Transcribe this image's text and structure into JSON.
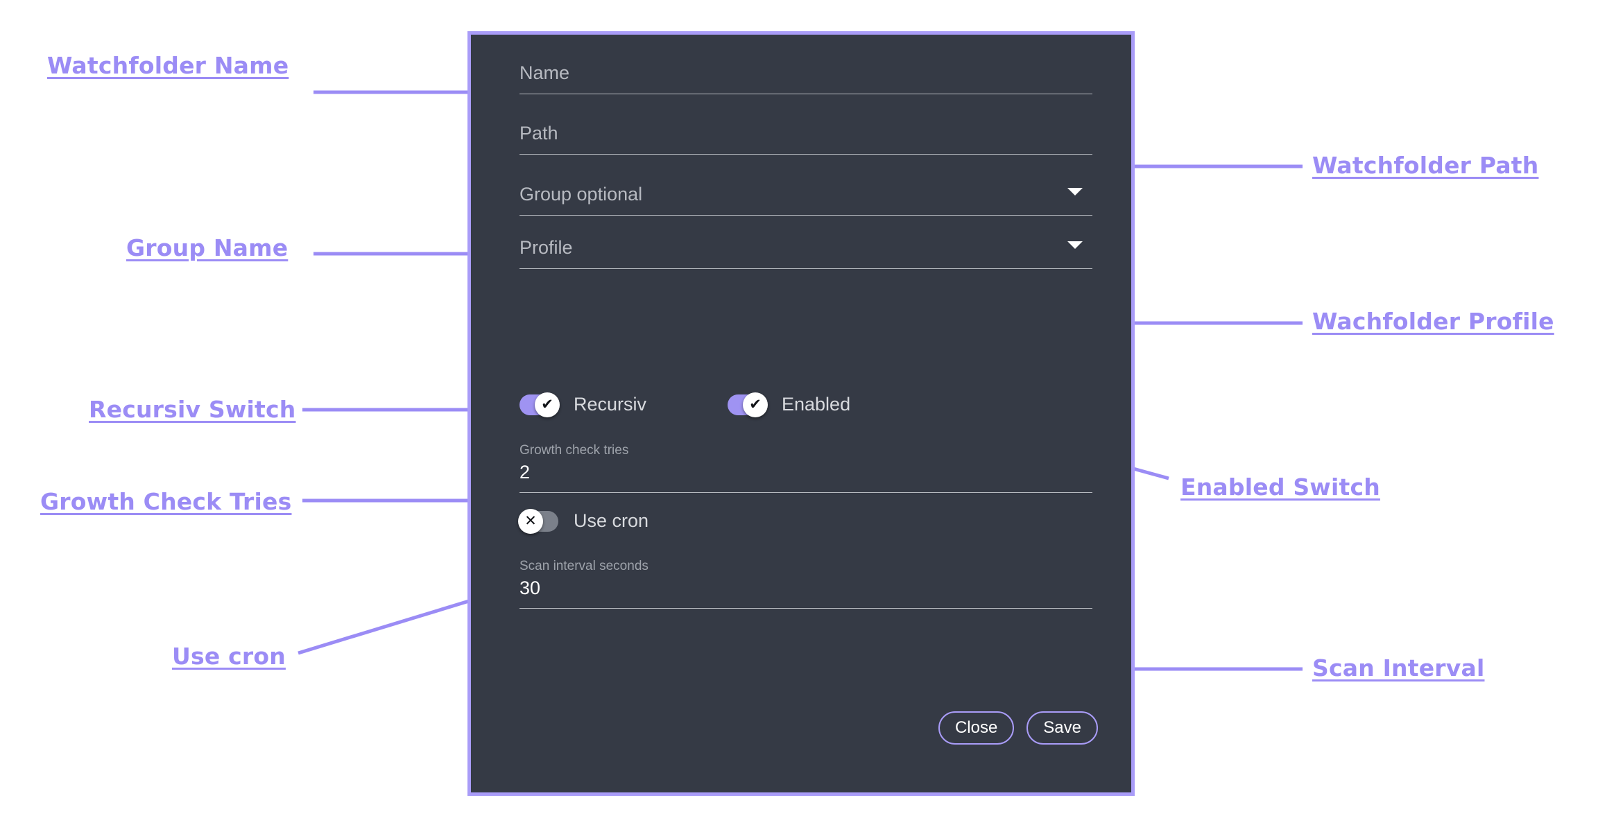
{
  "dialog": {
    "fields": [
      {
        "name": "name",
        "placeholder": "Name",
        "value": ""
      },
      {
        "name": "path",
        "placeholder": "Path",
        "value": ""
      },
      {
        "name": "group",
        "placeholder": "Group optional",
        "value": ""
      },
      {
        "name": "profile",
        "placeholder": "Profile",
        "value": ""
      }
    ],
    "number_fields": [
      {
        "name": "growth_check_tries",
        "label": "Growth check tries",
        "value": "2"
      },
      {
        "name": "scan_interval",
        "label": "Scan interval seconds",
        "value": "30"
      }
    ],
    "switches": [
      {
        "name": "recursiv",
        "label": "Recursiv",
        "state": "on",
        "glyph": "✔"
      },
      {
        "name": "enabled",
        "label": "Enabled",
        "state": "on",
        "glyph": "✔"
      },
      {
        "name": "use_cron",
        "label": "Use cron",
        "state": "off",
        "glyph": "✕"
      }
    ],
    "buttons": {
      "close": "Close",
      "save": "Save"
    },
    "caret_icon": "chevron-down-icon",
    "colors": {
      "border": "#a99cf8",
      "background": "#353a45",
      "accent": "#9f93f2",
      "placeholder_text": "#b7bac1",
      "value_text": "#ffffff"
    }
  },
  "annotations": {
    "accent": "#9b8cf5",
    "left": [
      {
        "name": "watchfolder-name",
        "label": "Watchfolder Name"
      },
      {
        "name": "group-name",
        "label": "Group Name"
      },
      {
        "name": "recursiv-switch",
        "label": "Recursiv Switch"
      },
      {
        "name": "growth-check-tries",
        "label": "Growth Check Tries"
      },
      {
        "name": "use-cron",
        "label": "Use cron"
      }
    ],
    "right": [
      {
        "name": "watchfolder-path",
        "label": "Watchfolder Path"
      },
      {
        "name": "wachfolder-profile",
        "label": "Wachfolder Profile"
      },
      {
        "name": "enabled-switch",
        "label": "Enabled Switch"
      },
      {
        "name": "scan-interval",
        "label": "Scan Interval"
      }
    ]
  }
}
